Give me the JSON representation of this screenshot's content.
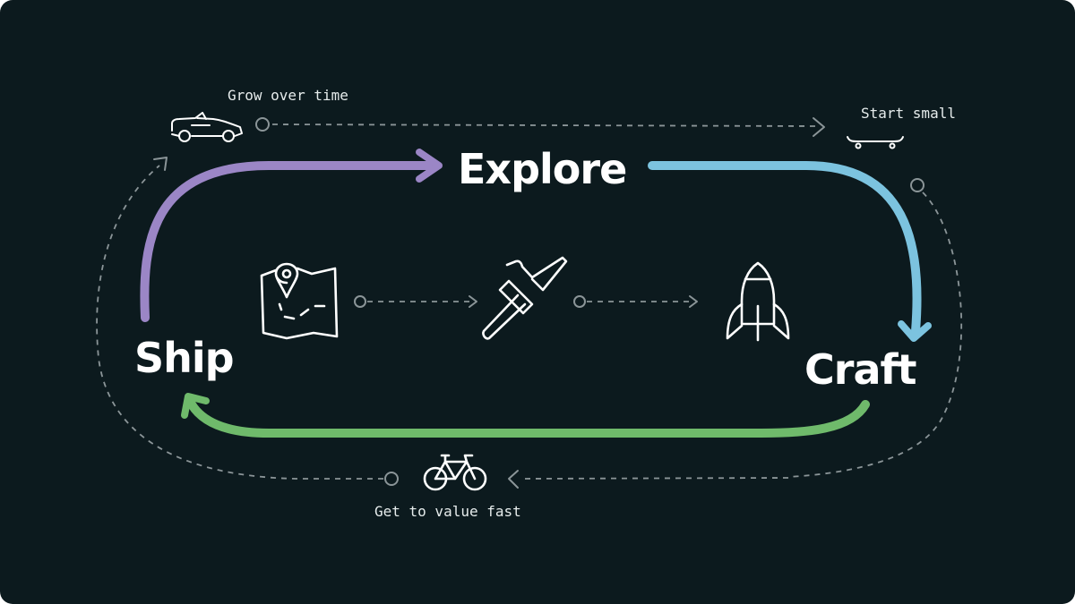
{
  "stages": {
    "explore": "Explore",
    "craft": "Craft",
    "ship": "Ship"
  },
  "notes": {
    "grow": "Grow over time",
    "start": "Start small",
    "value": "Get to value fast"
  },
  "colors": {
    "background": "#0c1a1e",
    "purple_arrow": "#9b86c6",
    "blue_arrow": "#7cc3df",
    "green_arrow": "#6fba6b",
    "dashed": "#8b9598",
    "text": "#ffffff"
  },
  "icons": [
    "car-icon",
    "skateboard-icon",
    "bicycle-icon",
    "map-pin-icon",
    "hammer-icon",
    "rocket-icon"
  ]
}
